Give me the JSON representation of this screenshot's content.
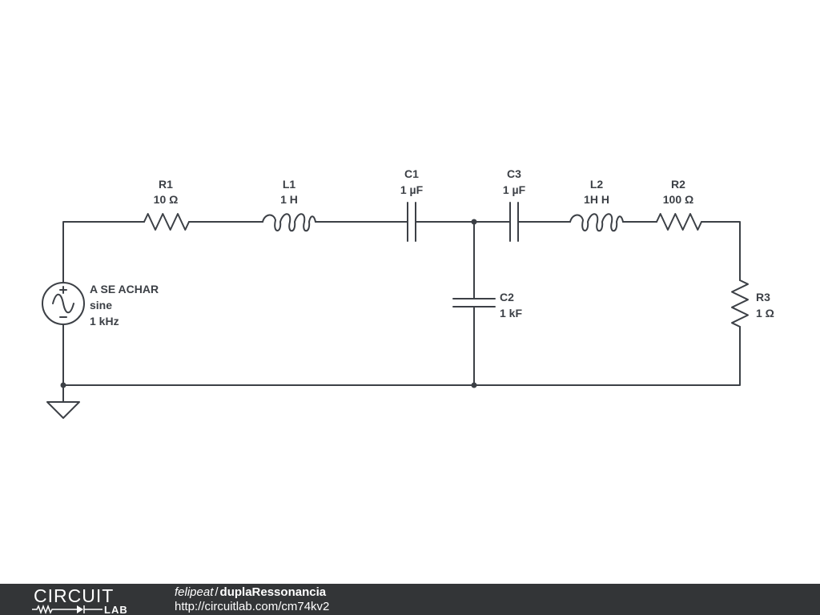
{
  "components": {
    "R1": {
      "name": "R1",
      "value": "10 Ω"
    },
    "L1": {
      "name": "L1",
      "value": "1 H"
    },
    "C1": {
      "name": "C1",
      "value": "1 µF"
    },
    "C3": {
      "name": "C3",
      "value": "1 µF"
    },
    "L2": {
      "name": "L2",
      "value": "1H H"
    },
    "R2": {
      "name": "R2",
      "value": "100 Ω"
    },
    "C2": {
      "name": "C2",
      "value": "1 kF"
    },
    "R3": {
      "name": "R3",
      "value": "1 Ω"
    },
    "V1": {
      "name": "A SE ACHAR",
      "type": "sine",
      "frequency": "1 kHz"
    }
  },
  "footer": {
    "logo_top": "CIRCUIT",
    "logo_bottom": "LAB",
    "author": "felipeat",
    "separator": "/",
    "circuit_name": "duplaRessonancia",
    "url": "http://circuitlab.com/cm74kv2"
  },
  "colors": {
    "wire": "#3c4046",
    "footer_bg": "#333537",
    "footer_text": "#ffffff"
  }
}
